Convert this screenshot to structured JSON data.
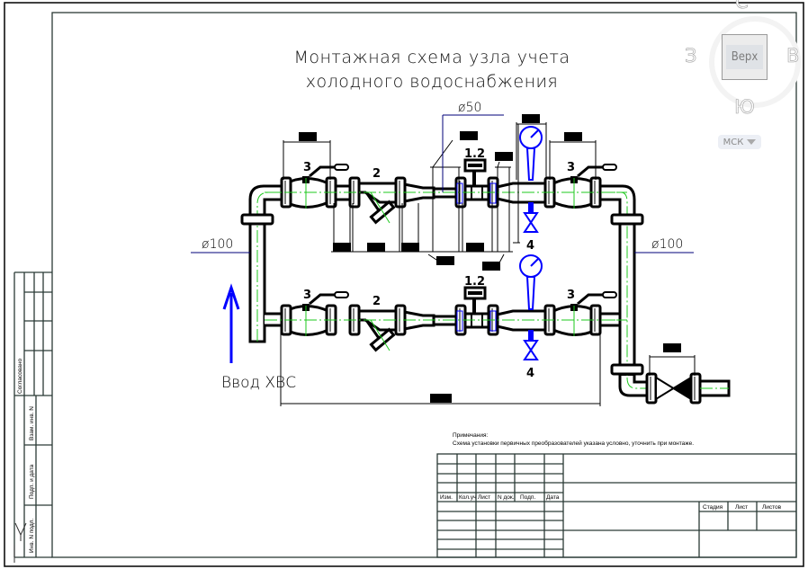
{
  "drawing": {
    "title_line1": "Монтажная схема узла учета",
    "title_line2": "холодного водоснабжения",
    "inlet_label": "Ввод ХВС",
    "diameters": {
      "main_left": "ø100",
      "main_right": "ø100",
      "meter_section": "ø50"
    },
    "item_labels": {
      "ball_valve": "3",
      "strainer": "2",
      "flowmeter": "1.2",
      "pressure_gauge_valve": "4"
    },
    "colors": {
      "pipe_outline": "#000000",
      "axis_line": "#1ec81e",
      "instrument": "#0000ff",
      "leader": "#00007a",
      "frame": "#2b3a36"
    }
  },
  "notes": {
    "heading": "Примечания:",
    "text": "Схема установки первичных преобразователей указана условно, уточнить при монтаже."
  },
  "title_block": {
    "revision_headers": [
      "Изм.",
      "Кол.уч",
      "Лист",
      "N док.",
      "Подп.",
      "Дата"
    ],
    "stage_headers": [
      "Стадия",
      "Лист",
      "Листов"
    ]
  },
  "side_stamp": {
    "agreed": "Согласовано",
    "replace_inv": "Взам. инв. N",
    "sign_date": "Подп. и дата",
    "inv_orig": "Инв. N подл."
  },
  "viewcube": {
    "face": "Верх",
    "north": "С",
    "south": "Ю",
    "west": "З",
    "east": "В",
    "wcs_label": "МСК"
  }
}
